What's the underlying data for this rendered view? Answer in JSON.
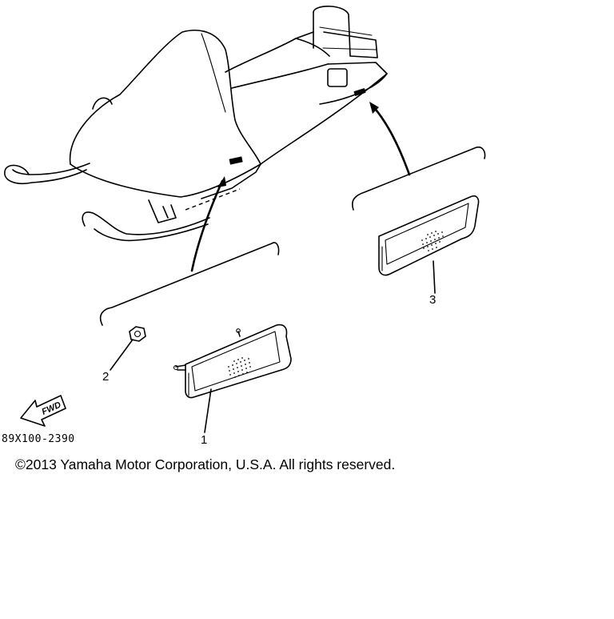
{
  "diagram": {
    "callouts": [
      {
        "id": "part-1",
        "text": "1"
      },
      {
        "id": "part-2",
        "text": "2"
      },
      {
        "id": "part-3",
        "text": "3"
      }
    ],
    "fwd_label": "FWD",
    "drawing_code": "89X100-2390",
    "copyright": "©2013 Yamaha Motor Corporation, U.S.A. All rights reserved."
  }
}
